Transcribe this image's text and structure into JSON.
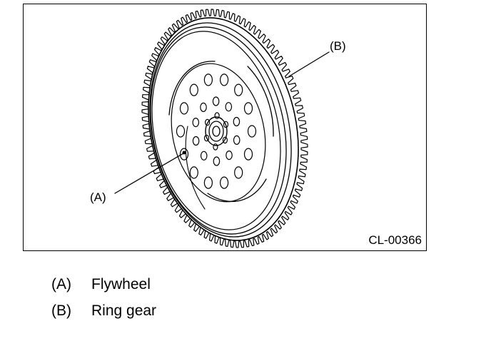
{
  "figure": {
    "code": "CL-00366",
    "callouts": {
      "a": "(A)",
      "b": "(B)"
    }
  },
  "legend": [
    {
      "key": "(A)",
      "label": "Flywheel"
    },
    {
      "key": "(B)",
      "label": "Ring gear"
    }
  ],
  "colors": {
    "line": "#000000",
    "background": "#ffffff"
  },
  "icons": {
    "flywheel": "flywheel-illustration",
    "ring_gear": "ring-gear-teeth"
  }
}
